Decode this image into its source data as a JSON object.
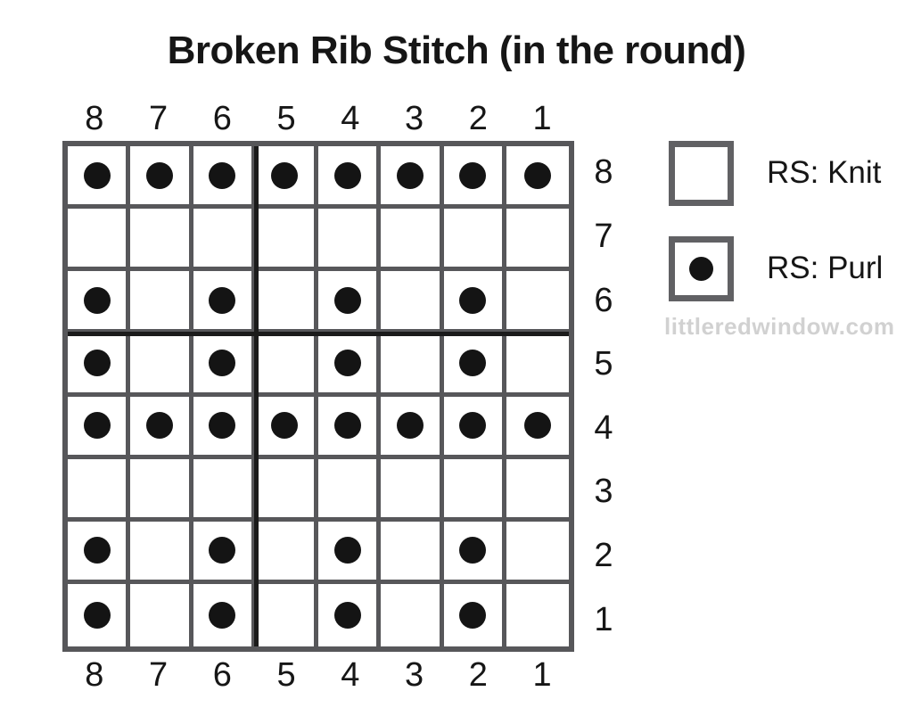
{
  "title": "Broken Rib Stitch (in the round)",
  "watermark": "littleredwindow.com",
  "legend": {
    "items": [
      {
        "symbol": "empty-square",
        "label": "RS: Knit"
      },
      {
        "symbol": "black-dot-square",
        "label": "RS: Purl"
      }
    ]
  },
  "colors": {
    "grid_line": "#57575a",
    "repeat_line": "#1b1b1b",
    "dot": "#141414",
    "legend_border": "#616164",
    "watermark": "#d1d1d1",
    "text": "#161616",
    "background": "#ffffff"
  },
  "chart_data": {
    "type": "heatmap",
    "title": "Broken Rib Stitch (in the round)",
    "description": "Knitting chart, 8 stitches by 8 rounds. 1 = purl (black dot), 0 = knit (empty square). Rows listed top to bottom correspond to round labels 8 down to 1; columns left to right correspond to stitch labels 8 down to 1.",
    "columns_top": [
      "8",
      "7",
      "6",
      "5",
      "4",
      "3",
      "2",
      "1"
    ],
    "columns_bottom": [
      "8",
      "7",
      "6",
      "5",
      "4",
      "3",
      "2",
      "1"
    ],
    "rows_right_top_to_bottom": [
      "8",
      "7",
      "6",
      "5",
      "4",
      "3",
      "2",
      "1"
    ],
    "grid_rows_top_to_bottom": [
      [
        1,
        1,
        1,
        1,
        1,
        1,
        1,
        1
      ],
      [
        0,
        0,
        0,
        0,
        0,
        0,
        0,
        0
      ],
      [
        1,
        0,
        1,
        0,
        1,
        0,
        1,
        0
      ],
      [
        1,
        0,
        1,
        0,
        1,
        0,
        1,
        0
      ],
      [
        1,
        1,
        1,
        1,
        1,
        1,
        1,
        1
      ],
      [
        0,
        0,
        0,
        0,
        0,
        0,
        0,
        0
      ],
      [
        1,
        0,
        1,
        0,
        1,
        0,
        1,
        0
      ],
      [
        1,
        0,
        1,
        0,
        1,
        0,
        1,
        0
      ]
    ],
    "repeat_line_after_column_index": 3,
    "repeat_line_after_row_index": 3,
    "legend": [
      "RS: Knit = empty square",
      "RS: Purl = black dot"
    ],
    "grid_on": true
  }
}
